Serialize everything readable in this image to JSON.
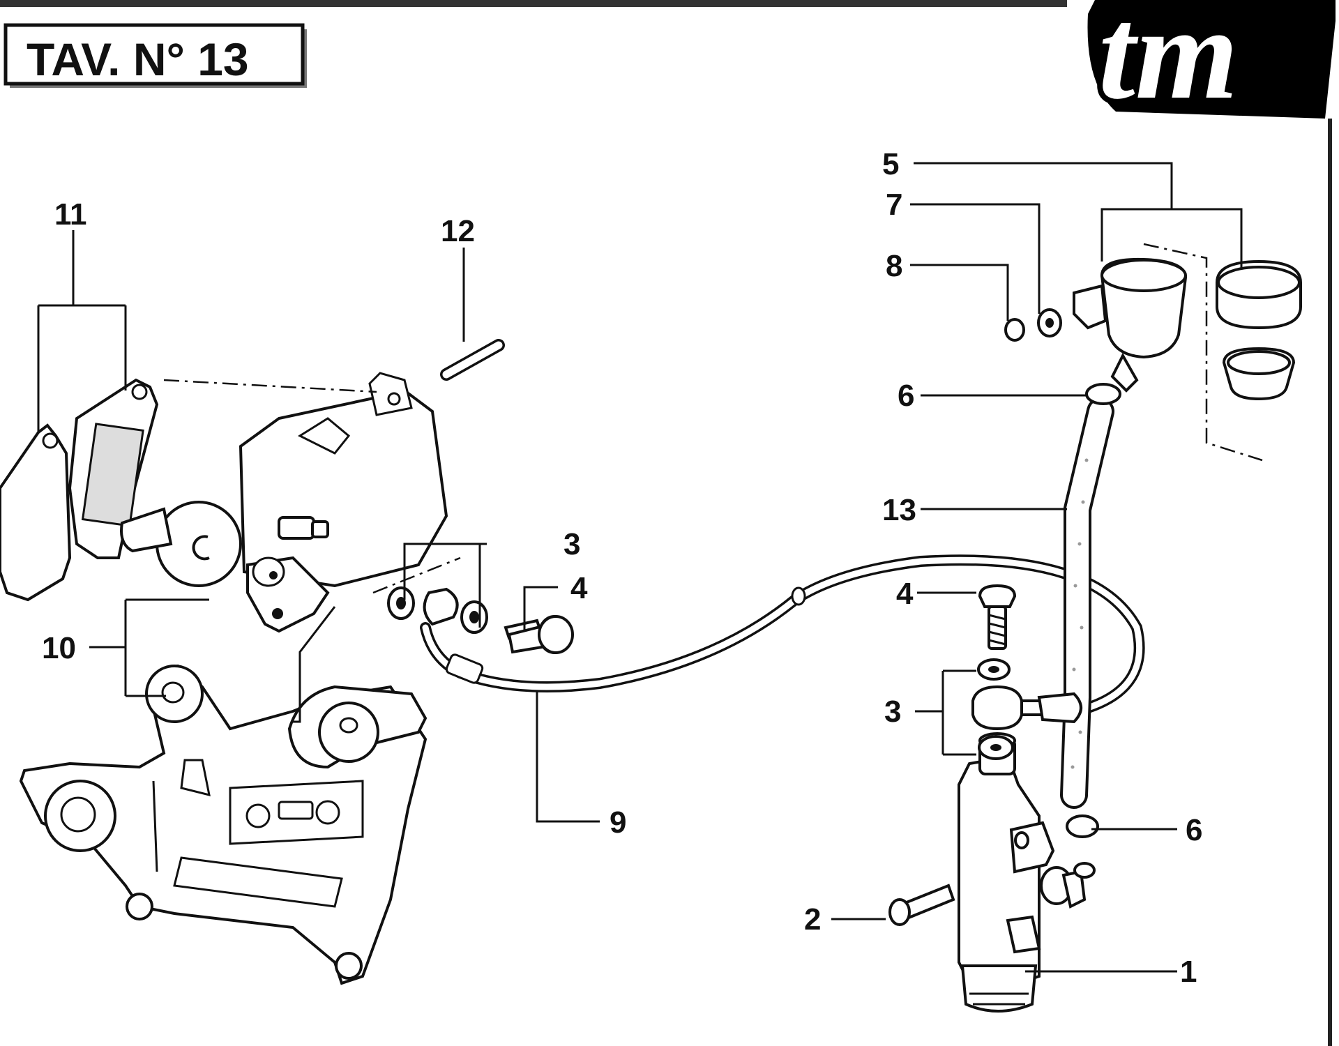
{
  "plate": {
    "title": "TAV. N° 13"
  },
  "logo": {
    "text": "tm"
  },
  "callouts": [
    {
      "id": "c1",
      "label": "1"
    },
    {
      "id": "c2",
      "label": "2"
    },
    {
      "id": "c3a",
      "label": "3"
    },
    {
      "id": "c3b",
      "label": "3"
    },
    {
      "id": "c4a",
      "label": "4"
    },
    {
      "id": "c4b",
      "label": "4"
    },
    {
      "id": "c5",
      "label": "5"
    },
    {
      "id": "c6a",
      "label": "6"
    },
    {
      "id": "c6b",
      "label": "6"
    },
    {
      "id": "c7",
      "label": "7"
    },
    {
      "id": "c8",
      "label": "8"
    },
    {
      "id": "c9",
      "label": "9"
    },
    {
      "id": "c10",
      "label": "10"
    },
    {
      "id": "c11",
      "label": "11"
    },
    {
      "id": "c12",
      "label": "12"
    },
    {
      "id": "c13",
      "label": "13"
    }
  ]
}
